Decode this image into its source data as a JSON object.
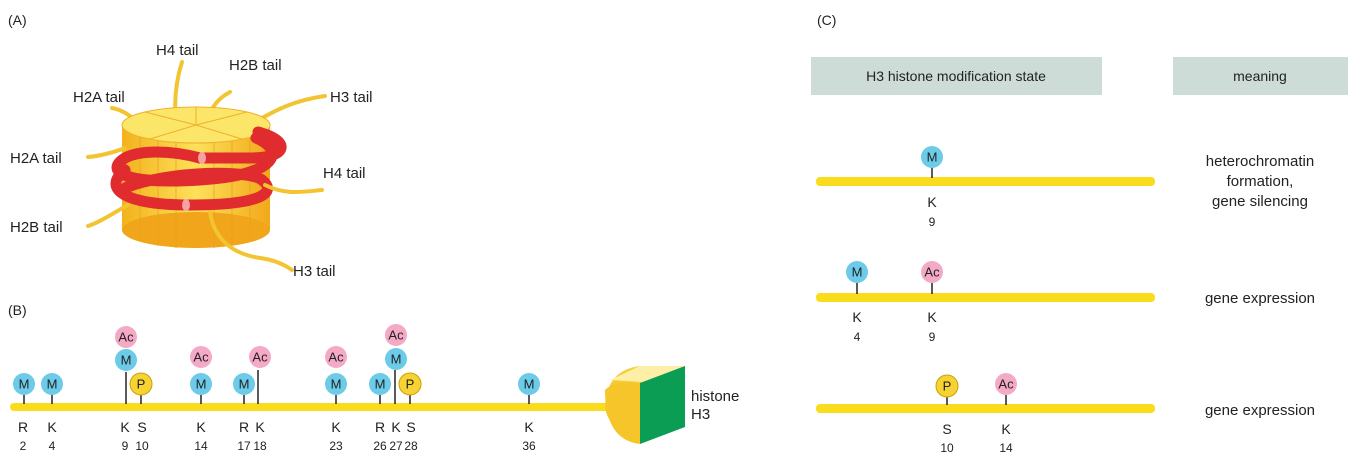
{
  "panels": {
    "a": "(A)",
    "b": "(B)",
    "c": "(C)"
  },
  "tail_labels": {
    "h4_top": "H4 tail",
    "h2b_top": "H2B tail",
    "h2a_top": "H2A tail",
    "h3_right": "H3 tail",
    "h2a_left": "H2A tail",
    "h4_right": "H4 tail",
    "h2b_left": "H2B tail",
    "h3_bottom": "H3 tail"
  },
  "panel_b": {
    "histone_line1": "histone",
    "histone_line2": "H3",
    "residues": [
      {
        "letter": "R",
        "num": "2"
      },
      {
        "letter": "K",
        "num": "4"
      },
      {
        "letter": "K",
        "num": "9"
      },
      {
        "letter": "S",
        "num": "10"
      },
      {
        "letter": "K",
        "num": "14"
      },
      {
        "letter": "R",
        "num": "17"
      },
      {
        "letter": "K",
        "num": "18"
      },
      {
        "letter": "K",
        "num": "23"
      },
      {
        "letter": "R",
        "num": "26"
      },
      {
        "letter": "K",
        "num": "27"
      },
      {
        "letter": "S",
        "num": "28"
      },
      {
        "letter": "K",
        "num": "36"
      }
    ],
    "marks": {
      "m": "M",
      "ac": "Ac",
      "p": "P"
    }
  },
  "panel_c": {
    "header_state": "H3 histone modification state",
    "header_meaning": "meaning",
    "rows": [
      {
        "residues": [
          {
            "letter": "K",
            "num": "9"
          }
        ],
        "meaning": [
          "heterochromatin",
          "formation,",
          "gene silencing"
        ]
      },
      {
        "residues": [
          {
            "letter": "K",
            "num": "4"
          },
          {
            "letter": "K",
            "num": "9"
          }
        ],
        "meaning": [
          "gene expression"
        ]
      },
      {
        "residues": [
          {
            "letter": "S",
            "num": "10"
          },
          {
            "letter": "K",
            "num": "14"
          }
        ],
        "meaning": [
          "gene expression"
        ]
      }
    ]
  },
  "colors": {
    "yellow": "#f9dc1c",
    "methyl": "#6ccbe8",
    "acetyl": "#f4a9c6",
    "phospho": "#f6d232",
    "dna": "#e02b2f",
    "green": "#0c9d55",
    "header_bg": "#cddcd7"
  }
}
